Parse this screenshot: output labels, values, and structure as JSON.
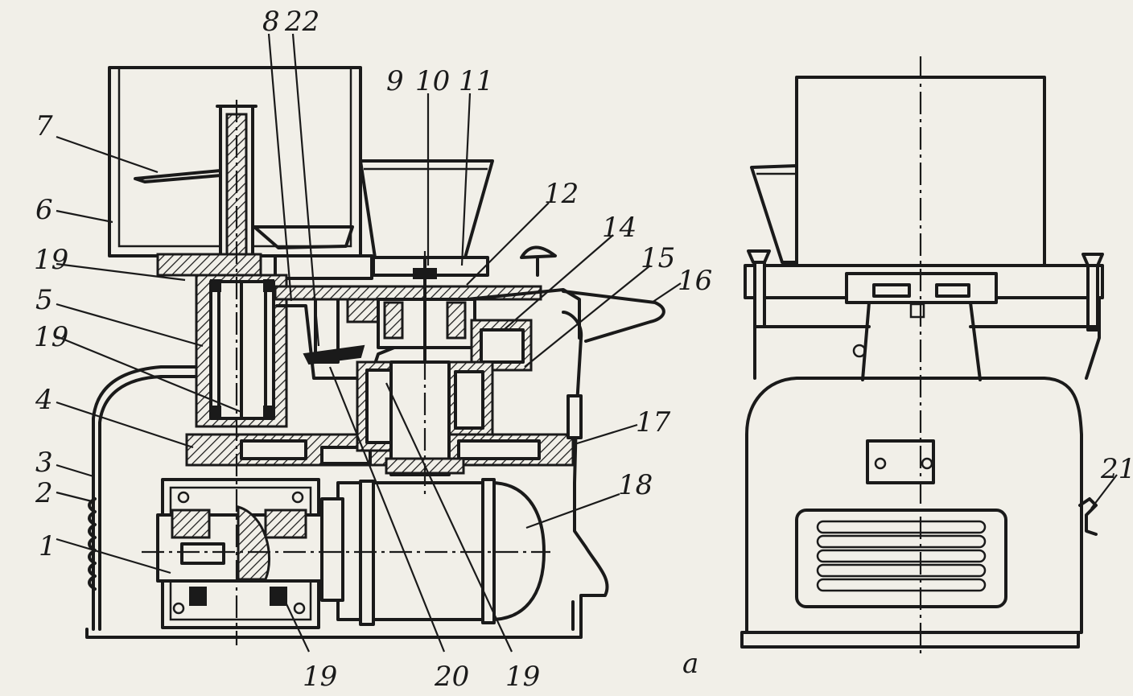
{
  "labels": {
    "n1": "1",
    "n2": "2",
    "n3": "3",
    "n4": "4",
    "n5": "5",
    "n6": "6",
    "n7": "7",
    "n8": "8",
    "n9": "9",
    "n10": "10",
    "n11": "11",
    "n12": "12",
    "n14": "14",
    "n15": "15",
    "n16": "16",
    "n17": "17",
    "n18": "18",
    "n19a": "19",
    "n19b": "19",
    "n19c": "19",
    "n19d": "19",
    "n20": "20",
    "n21": "21",
    "n22": "22"
  },
  "view_caption": "a"
}
